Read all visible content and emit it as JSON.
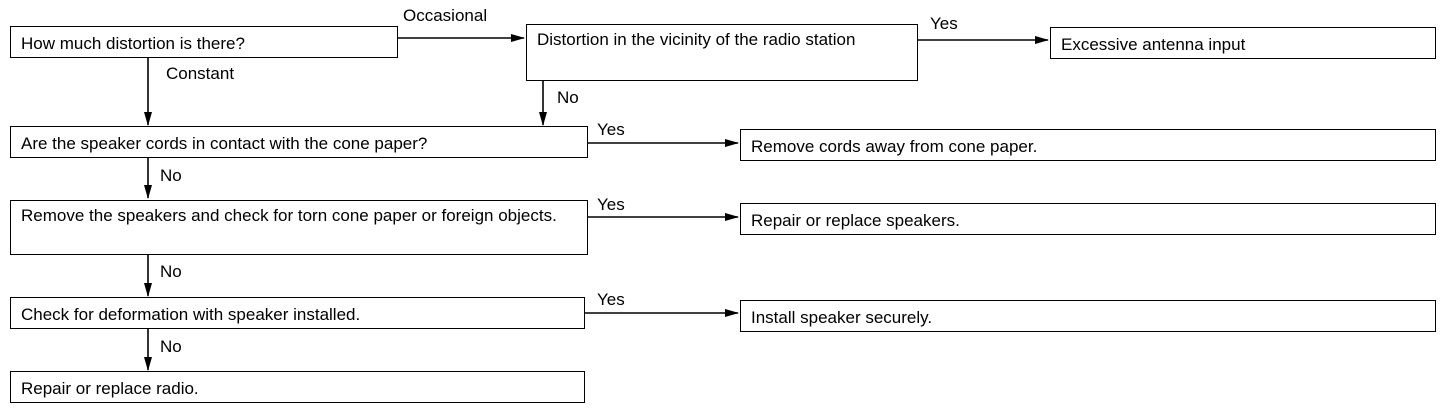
{
  "nodes": {
    "q_distortion": "How much distortion is there?",
    "q_vicinity": "Distortion in the vicinity of the radio station",
    "r_antenna": "Excessive antenna input",
    "q_cords": "Are the speaker cords in contact with the cone paper?",
    "r_cords": "Remove cords away from cone paper.",
    "q_remove": "Remove the speakers and check for torn cone paper or foreign objects.",
    "r_repair_speakers": "Repair or replace speakers.",
    "q_deformation": "Check for deformation with speaker installed.",
    "r_install": "Install speaker securely.",
    "r_repair_radio": "Repair or replace radio."
  },
  "edge_labels": {
    "occasional": "Occasional",
    "constant": "Constant",
    "vicinity_yes": "Yes",
    "vicinity_no": "No",
    "cords_yes": "Yes",
    "cords_no": "No",
    "remove_yes": "Yes",
    "remove_no": "No",
    "deform_yes": "Yes",
    "deform_no": "No"
  },
  "colors": {
    "line": "#000000",
    "background": "#ffffff"
  }
}
